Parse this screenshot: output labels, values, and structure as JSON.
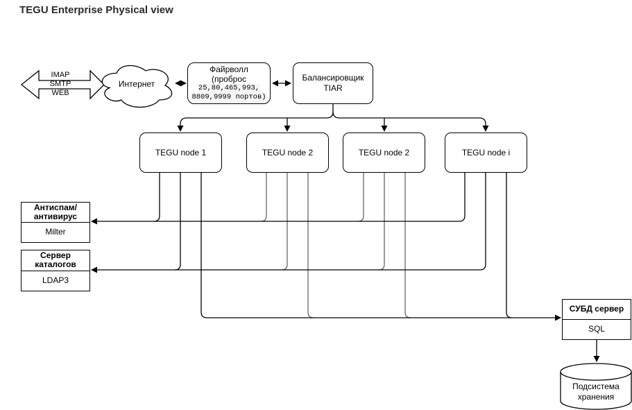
{
  "title": "TEGU Enterprise Physical view",
  "colors": {
    "line_primary": "#000000",
    "line_secondary": "#666666",
    "background": "#ffffff",
    "ports_highlight": "#f5f5f5"
  },
  "external_traffic": {
    "protocols": [
      "IMAP",
      "SMTP",
      "WEB"
    ]
  },
  "internet": {
    "label": "Интернет"
  },
  "firewall": {
    "line1": "Файрволл",
    "line2": "(проброс",
    "ports_line1": "25,80,465,993,",
    "ports_line2": "8809,9999 портов)"
  },
  "balancer": {
    "line1": "Балансировщик",
    "line2": "TIAR"
  },
  "nodes": [
    {
      "label": "TEGU node 1"
    },
    {
      "label": "TEGU node 2"
    },
    {
      "label": "TEGU node 2"
    },
    {
      "label": "TEGU node i"
    }
  ],
  "antispam": {
    "title_line1": "Антиспам/",
    "title_line2": "антивирус",
    "body": "Milter"
  },
  "directory": {
    "title_line1": "Сервер",
    "title_line2": "каталогов",
    "body": "LDAP3"
  },
  "database": {
    "title": "СУБД сервер",
    "body": "SQL"
  },
  "storage": {
    "line1": "Подсистема",
    "line2": "хранения"
  }
}
